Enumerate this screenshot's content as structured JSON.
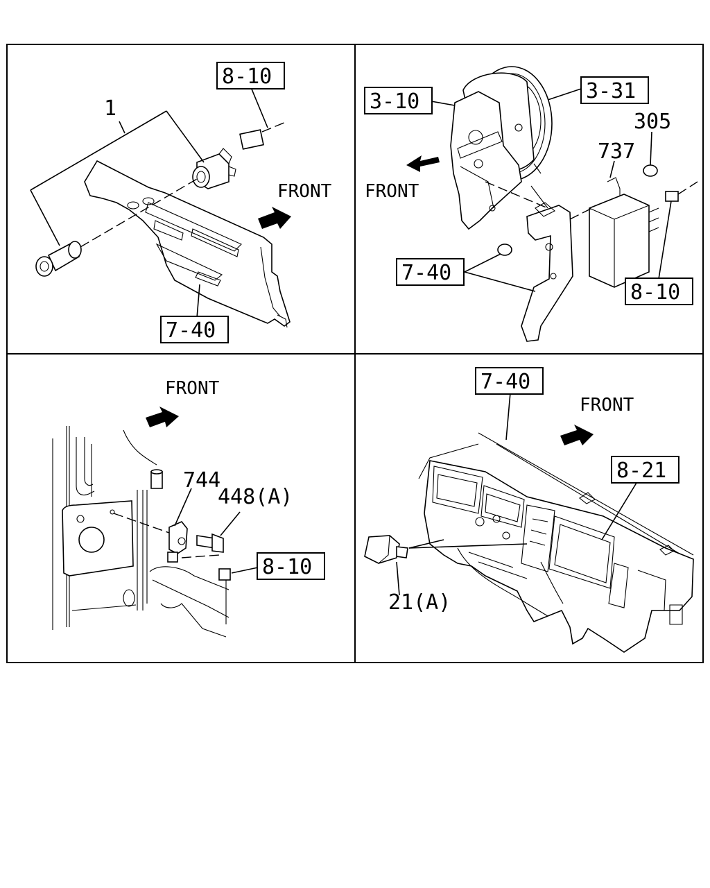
{
  "panels": {
    "top_left": {
      "front_label": "FRONT",
      "callouts": {
        "part_1": "1",
        "ref_8_10": "8-10",
        "ref_7_40": "7-40"
      }
    },
    "top_right": {
      "front_label": "FRONT",
      "callouts": {
        "ref_3_10": "3-10",
        "ref_3_31": "3-31",
        "part_305": "305",
        "part_737": "737",
        "ref_7_40": "7-40",
        "ref_8_10": "8-10"
      }
    },
    "bottom_left": {
      "front_label": "FRONT",
      "callouts": {
        "part_744": "744",
        "part_448a": "448(A)",
        "ref_8_10": "8-10"
      }
    },
    "bottom_right": {
      "front_label": "FRONT",
      "callouts": {
        "ref_7_40": "7-40",
        "ref_8_21": "8-21",
        "part_21a": "21(A)"
      }
    }
  }
}
